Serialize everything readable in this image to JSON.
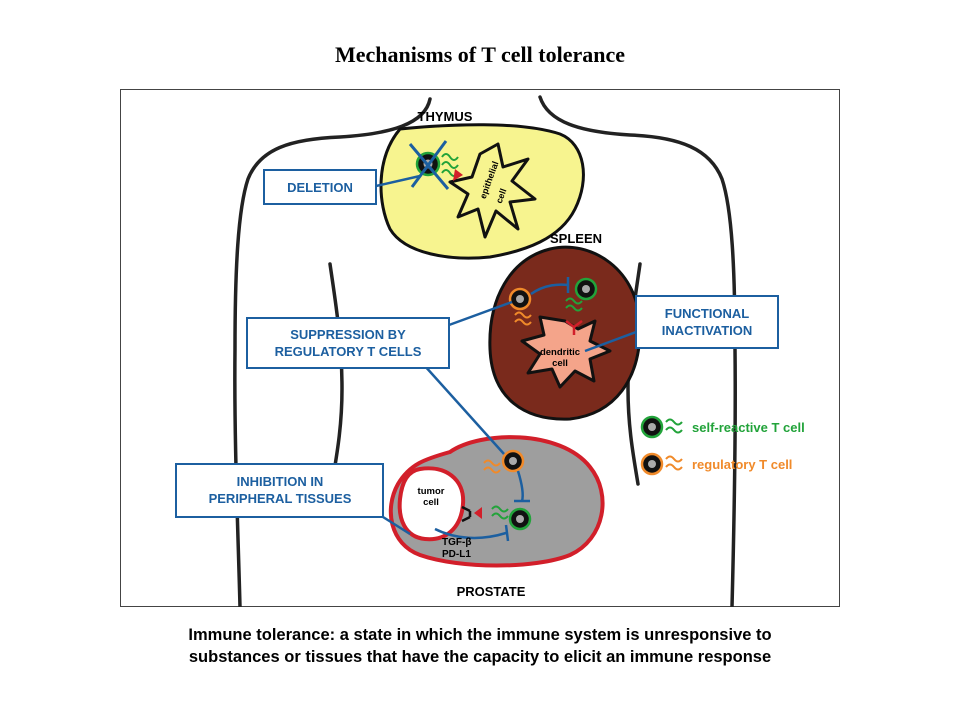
{
  "title": "Mechanisms of T cell tolerance",
  "organs": {
    "thymus": "THYMUS",
    "spleen": "SPLEEN",
    "prostate": "PROSTATE"
  },
  "boxes": {
    "deletion": "DELETION",
    "suppression_line1": "SUPPRESSION BY",
    "suppression_line2": "REGULATORY T CELLS",
    "functional_line1": "FUNCTIONAL",
    "functional_line2": "INACTIVATION",
    "inhibition_line1": "INHIBITION IN",
    "inhibition_line2": "PERIPHERAL TISSUES"
  },
  "cell_labels": {
    "epithelial_line1": "epithelial",
    "epithelial_line2": "cell",
    "dendritic_line1": "dendritic",
    "dendritic_line2": "cell",
    "tumor_line1": "tumor",
    "tumor_line2": "cell",
    "tgf": "TGF-β",
    "pdl1": "PD-L1"
  },
  "legend": {
    "self_reactive": "self-reactive T cell",
    "regulatory": "regulatory T cell"
  },
  "colors": {
    "box_border": "#1c5fa0",
    "box_text": "#1c5fa0",
    "connector": "#1c5fa0",
    "thymus_fill": "#f7f48f",
    "spleen_fill": "#7a2a1c",
    "prostate_fill": "#9e9e9e",
    "prostate_border": "#d21f2a",
    "self_reactive_color": "#22a33a",
    "regulatory_color": "#f08a2a",
    "epithelial_fill": "#f7f48f",
    "dendritic_fill": "#f4a48a",
    "inhibition_red": "#d21f2a"
  },
  "caption": {
    "line1": "Immune tolerance: a state in which the immune system is unresponsive to",
    "line2": "substances or tissues that have the capacity to elicit an immune response"
  }
}
